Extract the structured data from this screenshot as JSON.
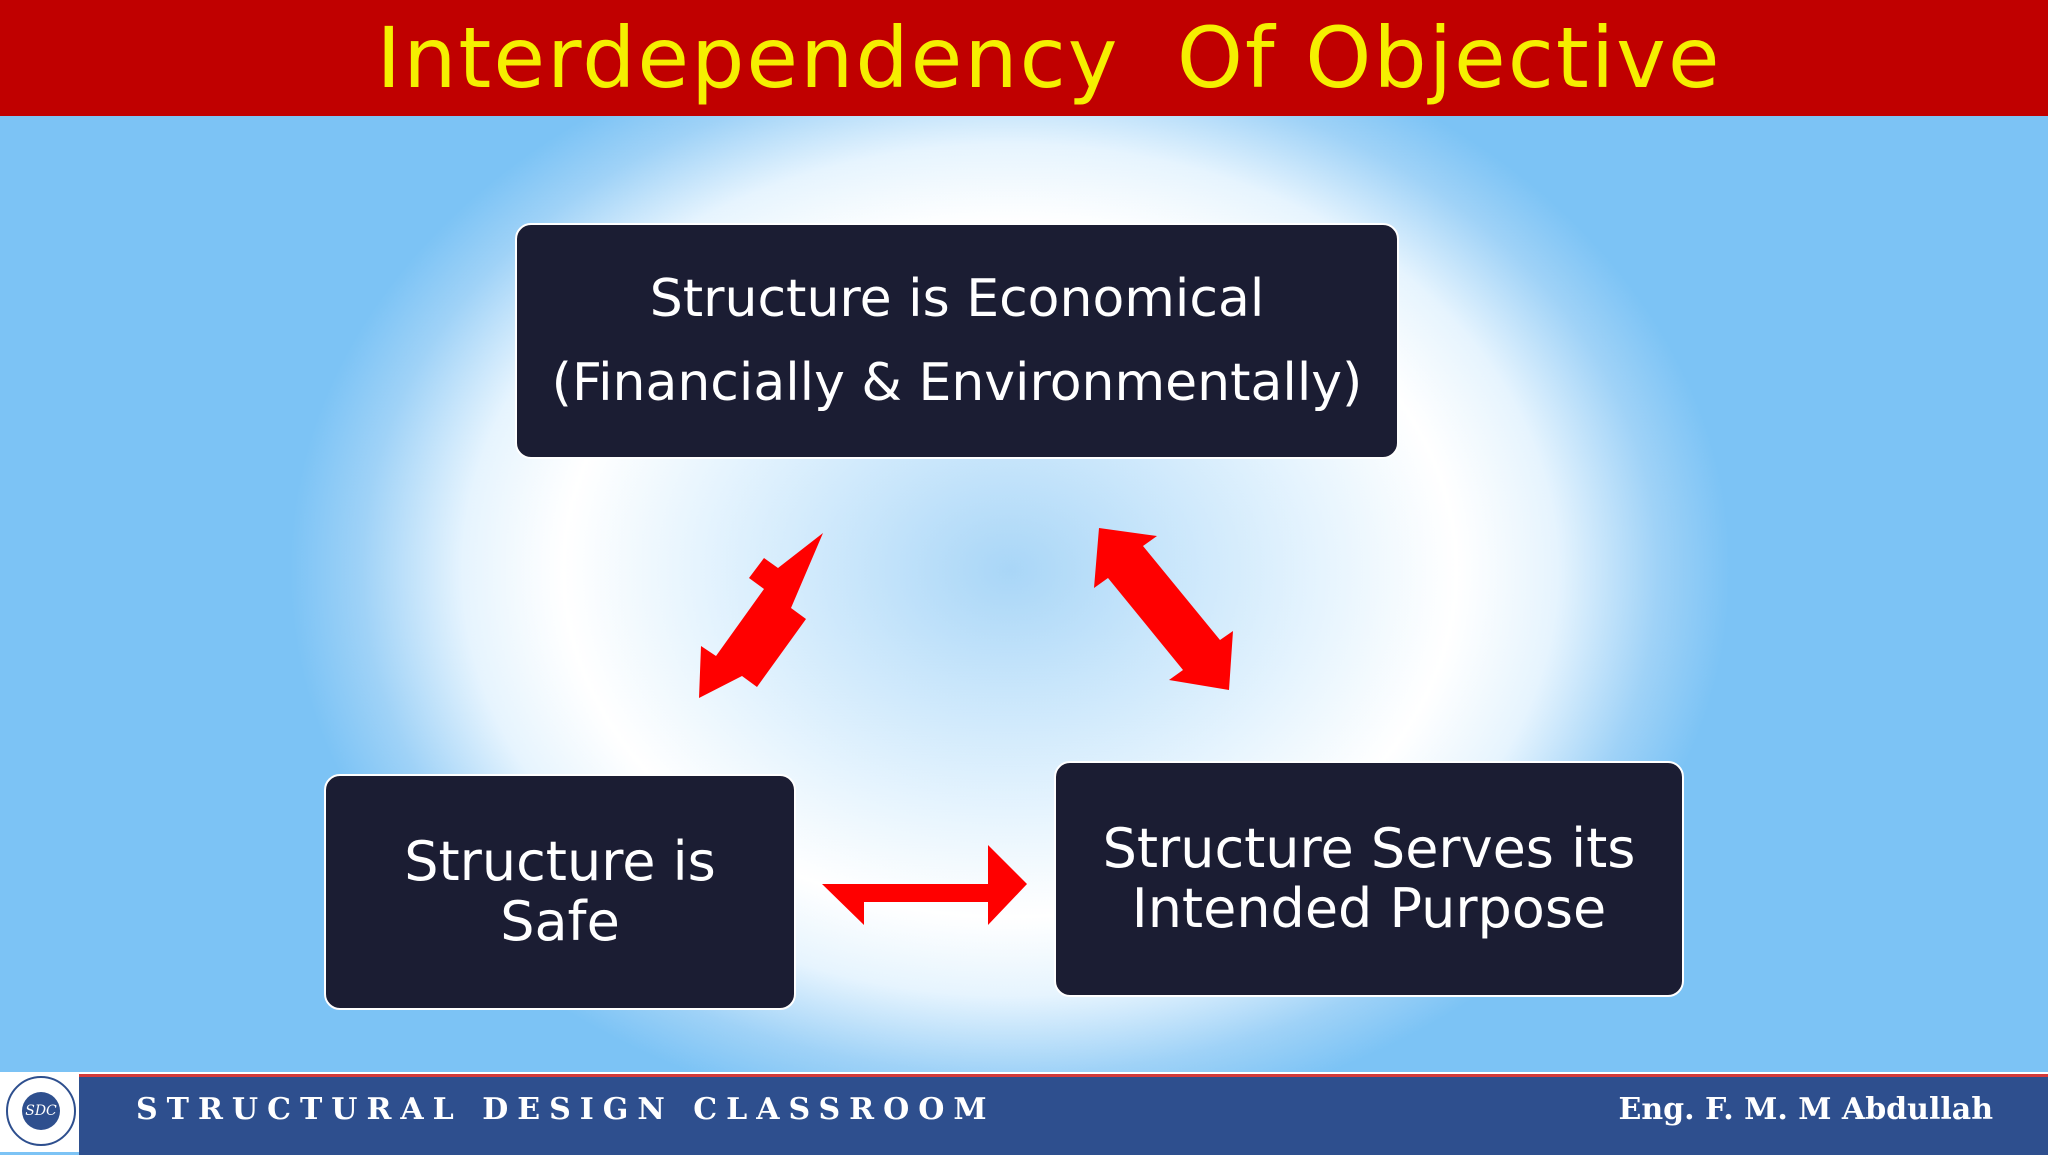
{
  "title": "Interdependency  Of Objective",
  "nodes": {
    "economical": {
      "line1": "Structure is Economical",
      "line2": "(Financially & Environmentally)"
    },
    "safe": {
      "line1": "Structure is",
      "line2": "Safe"
    },
    "purpose": {
      "line1": "Structure Serves its",
      "line2": "Intended Purpose"
    }
  },
  "arrows": [
    {
      "from": "safe",
      "to": "economical",
      "type": "bidirectional",
      "color": "#ff0000"
    },
    {
      "from": "economical",
      "to": "purpose",
      "type": "bidirectional",
      "color": "#ff0000"
    },
    {
      "from": "safe",
      "to": "purpose",
      "type": "bidirectional",
      "color": "#ff0000"
    }
  ],
  "footer": {
    "left_text": "STRUCTURAL DESIGN CLASSROOM",
    "right_text": "Eng. F. M. M Abdullah",
    "logo_text": "SDC"
  },
  "colors": {
    "title_bar": "#c00000",
    "title_text": "#f5ef00",
    "node_fill": "#1b1d33",
    "arrow": "#ff0000",
    "footer_band": "#2e4f8e"
  }
}
